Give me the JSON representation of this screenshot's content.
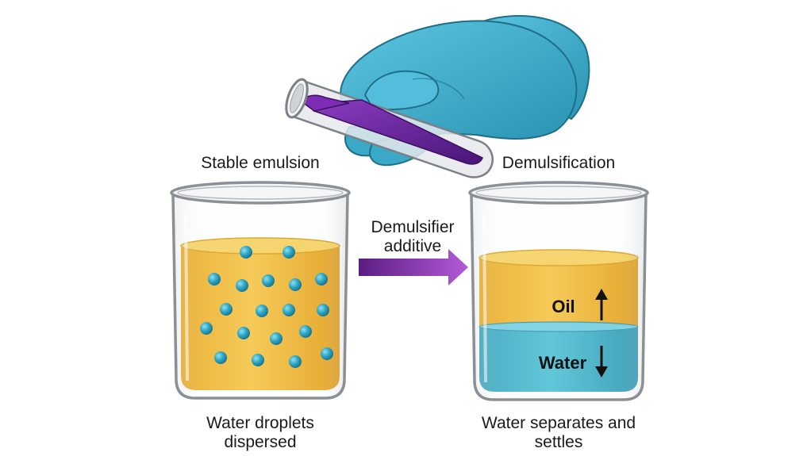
{
  "left_beaker": {
    "title": "Stable emulsion",
    "caption_line1": "Water droplets",
    "caption_line2": "dispersed"
  },
  "right_beaker": {
    "title": "Demulsification",
    "caption_line1": "Water separates and",
    "caption_line2": "settles",
    "oil_label": "Oil",
    "water_label": "Water"
  },
  "arrow": {
    "label_line1": "Demulsifier",
    "label_line2": "additive"
  },
  "colors": {
    "oil": "#f2b21c",
    "water": "#35afc6",
    "droplet": "#2a9fbf",
    "glove": "#3fb3d2",
    "demulsifier": "#6a21a0",
    "arrow": "#9a3fc6"
  },
  "icons": [
    "glove-hand-icon",
    "test-tube-icon",
    "beaker-icon",
    "up-arrow-icon",
    "down-arrow-icon"
  ]
}
